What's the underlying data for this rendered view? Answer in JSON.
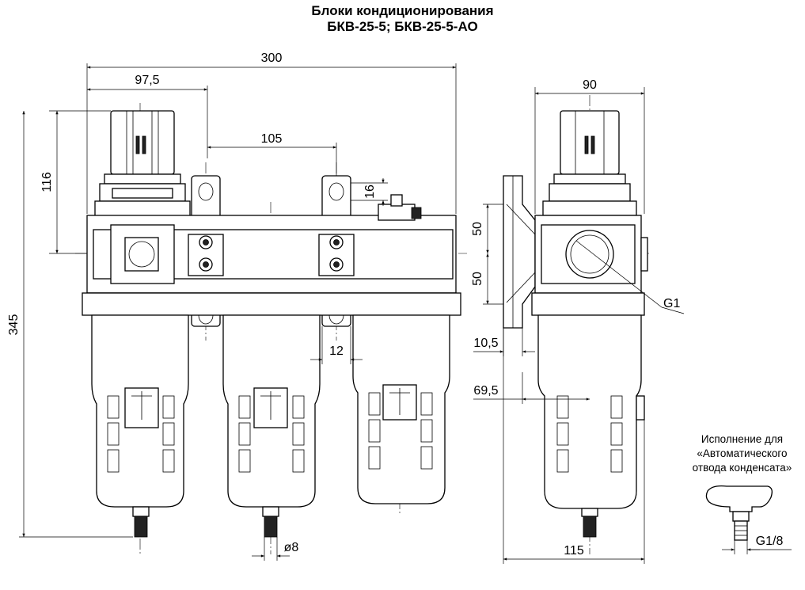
{
  "title_line1": "Блоки кондиционирования",
  "title_line2": "БКВ-25-5; БКВ-25-5-АО",
  "dimensions": {
    "overall_width": "300",
    "regulator_offset": "97,5",
    "module_pitch": "105",
    "slot_height": "16",
    "height_upper": "116",
    "total_height": "345",
    "bracket_gap": "12",
    "outlet_diameter": "ø8",
    "side_width": "90",
    "half_upper": "50",
    "half_lower": "50",
    "bracket_thickness": "10,5",
    "drain_offset": "69,5",
    "side_depth": "115",
    "port_thread": "G1",
    "drain_thread": "G1/8"
  },
  "note": {
    "line1": "Исполнение для",
    "line2": "«Автоматического",
    "line3": "отвода конденсата»"
  }
}
